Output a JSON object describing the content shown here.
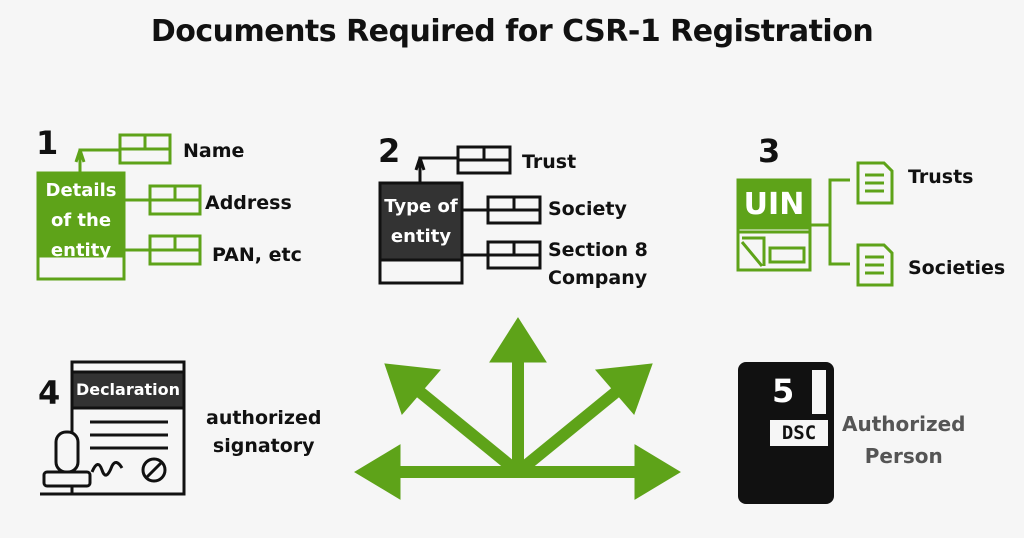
{
  "title": "Documents Required for  CSR-1 Registration",
  "steps": [
    {
      "number": "1",
      "box_lines": [
        "Details",
        "of the",
        "entity"
      ],
      "items": [
        "Name",
        "Address",
        "PAN, etc"
      ]
    },
    {
      "number": "2",
      "box_lines": [
        "Type of",
        "entity"
      ],
      "items": [
        "Trust",
        "Society",
        "Section 8",
        "Company"
      ]
    },
    {
      "number": "3",
      "box_text": "UIN",
      "items": [
        "Trusts",
        "Societies"
      ]
    },
    {
      "number": "4",
      "header_text": "Declaration",
      "label_lines": [
        "authorized",
        "signatory"
      ]
    },
    {
      "number": "5",
      "card_text": "DSC",
      "label_lines": [
        "Authorized",
        "Person"
      ]
    }
  ],
  "colors": {
    "green": "#5ea319",
    "dark": "#111111",
    "box_dark": "#333333",
    "background": "#f6f6f6"
  },
  "icons": [
    "form-icon",
    "document-icon",
    "declaration-stamp-icon",
    "dsc-card-icon",
    "arrows-icon"
  ]
}
